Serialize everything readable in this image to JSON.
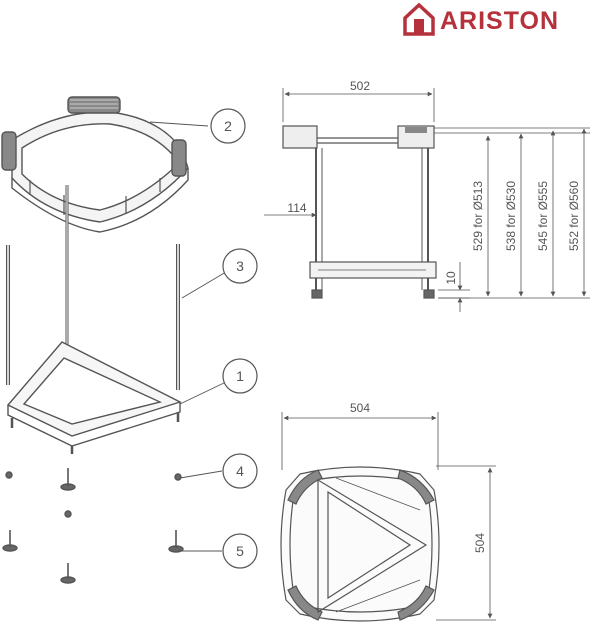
{
  "brand": {
    "name": "ARISTON",
    "color": "#b5313b"
  },
  "callouts": [
    "2",
    "3",
    "1",
    "4",
    "5"
  ],
  "side_view": {
    "width": "502",
    "offset": "114",
    "foot_gap": "10",
    "heights": [
      "529 for Ø513",
      "538 for Ø530",
      "545 for Ø555",
      "552 for Ø560"
    ]
  },
  "top_view": {
    "width": "504",
    "depth": "504"
  }
}
